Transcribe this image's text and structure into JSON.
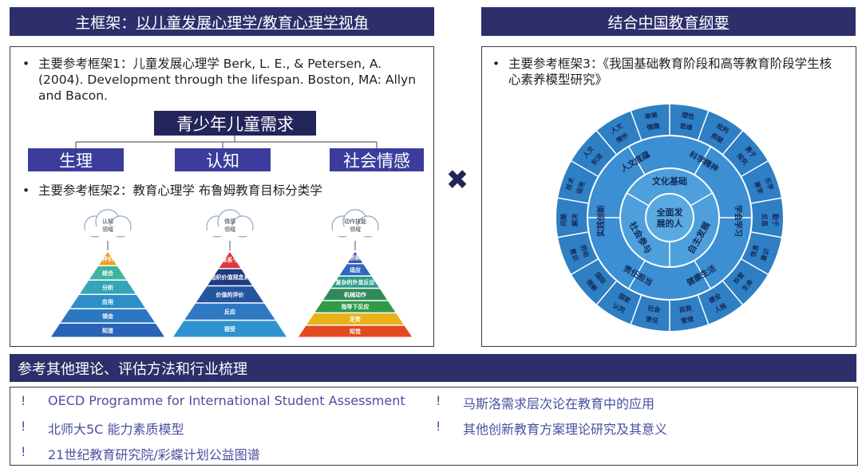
{
  "left_header": {
    "prefix": "主框架：",
    "title": "以儿童发展心理学/教育心理学视角"
  },
  "right_header": {
    "prefix": "结合",
    "title": "中国教育纲要"
  },
  "left_panel": {
    "ref1": "主要参考框架1：儿童发展心理学 Berk, L. E., & Petersen, A. (2004). Development through the lifespan. Boston, MA: Allyn and Bacon.",
    "needs_title": "青少年儿童需求",
    "needs": [
      "生理",
      "认知",
      "社会情感"
    ],
    "ref2": "主要参考框架2：教育心理学 布鲁姆教育目标分类学"
  },
  "pyramids": [
    {
      "cloud": "认知领域",
      "levels": [
        "评价",
        "综合",
        "分析",
        "应用",
        "领会",
        "知道"
      ],
      "colors": [
        "#f0a020",
        "#3fb4a0",
        "#34a6b8",
        "#2e8fc8",
        "#2a78c2",
        "#2863b5"
      ]
    },
    {
      "cloud": "情感领域",
      "levels": [
        "价值体系个性化",
        "组织价值观念系",
        "价值的评价",
        "反应",
        "接受"
      ],
      "colors": [
        "#e03838",
        "#1e3a80",
        "#2456a0",
        "#2e78c2",
        "#2f93d0"
      ]
    },
    {
      "cloud": "动作技能领域",
      "levels": [
        "创新",
        "适应",
        "复杂的外显反应",
        "机械动作",
        "指导下反应",
        "定势",
        "知觉"
      ],
      "colors": [
        "#3a4fb0",
        "#2e66bc",
        "#2c9a8a",
        "#2f8a5a",
        "#2f9a48",
        "#e8b21a",
        "#e24a20"
      ]
    }
  ],
  "right_panel": {
    "ref3": "主要参考框架3：《我国基础教育阶段和高等教育阶段学生核心素养模型研究》",
    "wheel": {
      "center": "全面发展的人",
      "basics": [
        "文化基础",
        "自主发展",
        "社会参与"
      ],
      "qualities": [
        "人文底蕴",
        "科学精神",
        "学会学习",
        "健康生活",
        "责任担当",
        "实践创新"
      ],
      "points": [
        "人文积淀",
        "人文情怀",
        "审美情趣",
        "理性思维",
        "批判质疑",
        "勇于探究",
        "乐学善学",
        "勤于反思",
        "信息意识",
        "珍爱生命",
        "健全人格",
        "自我管理",
        "社会责任",
        "国家认同",
        "国际理解",
        "劳动意识",
        "问题解决",
        "技术运用"
      ]
    }
  },
  "times": "✖",
  "bottom": {
    "header": "参考其他理论、评估方法和行业梳理",
    "marker": "!",
    "items": [
      "OECD Programme for International Student Assessment",
      "马斯洛需求层次论在教育中的应用",
      "北师大5C 能力素质模型",
      "其他创新教育方案理论研究及其意义",
      "21世纪教育研究院/彩蝶计划公益图谱"
    ]
  },
  "colors": {
    "header_bg": "#2d2f6b",
    "tag_bg": "#3c3c9c",
    "need_bg": "#23245a",
    "accent_text": "#4a4fa0",
    "wheel": "#3d8bd0"
  }
}
